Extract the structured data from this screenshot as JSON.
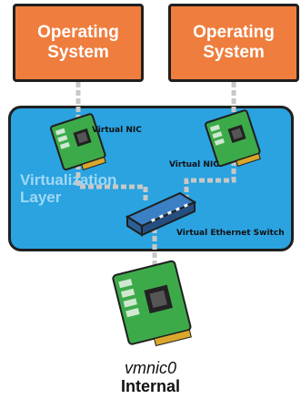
{
  "os_boxes": [
    {
      "label": "Operating\nSystem"
    },
    {
      "label": "Operating\nSystem"
    }
  ],
  "virtualization_layer": {
    "label": "Virtualization\nLayer"
  },
  "virtual_nics": [
    {
      "label": "Virtual NIC"
    },
    {
      "label": "Virtual NIC"
    }
  ],
  "virtual_switch": {
    "label": "Virtual Ethernet Switch"
  },
  "physical_nic": {
    "name": "vmnic0",
    "kind": "Internal"
  },
  "colors": {
    "os_fill": "#ef7d3d",
    "layer_fill": "#2aa3e0",
    "layer_label": "#9fd8f6",
    "card_green": "#3daa4a",
    "connector": "#c8c8c8",
    "switch_blue": "#3b7fc4"
  }
}
